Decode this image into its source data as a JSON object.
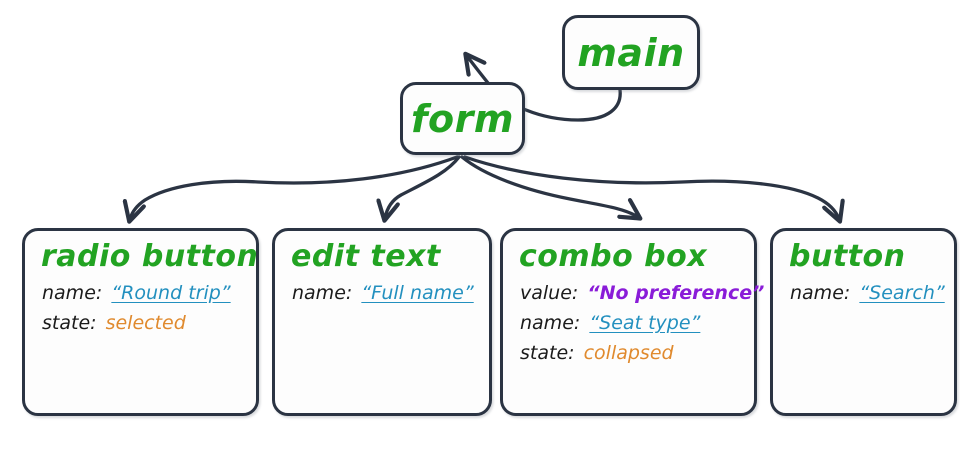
{
  "diagram": {
    "type": "accessibility-tree",
    "colors": {
      "node_title": "#22a322",
      "attr_key": "#1b1b1b",
      "link_value": "#2390bf",
      "accent_value": "#8a1cd8",
      "state_value": "#e08a2e",
      "stroke": "#2b3443",
      "background": "#ffffff"
    },
    "nodes": [
      {
        "id": "main",
        "title": "main",
        "kind": "root",
        "attributes": []
      },
      {
        "id": "form",
        "title": "form",
        "kind": "root",
        "attributes": []
      },
      {
        "id": "radio-button",
        "title": "radio button",
        "kind": "leaf",
        "attributes": [
          {
            "key": "name:",
            "value": "“Round trip”",
            "style": "link"
          },
          {
            "key": "state:",
            "value": "selected",
            "style": "state"
          }
        ]
      },
      {
        "id": "edit-text",
        "title": "edit text",
        "kind": "leaf",
        "attributes": [
          {
            "key": "name:",
            "value": "“Full name”",
            "style": "link"
          }
        ]
      },
      {
        "id": "combo-box",
        "title": "combo box",
        "kind": "leaf",
        "attributes": [
          {
            "key": "value:",
            "value": "“No preference”",
            "style": "accent"
          },
          {
            "key": "name:",
            "value": "“Seat type”",
            "style": "link"
          },
          {
            "key": "state:",
            "value": "collapsed",
            "style": "state"
          }
        ]
      },
      {
        "id": "button",
        "title": "button",
        "kind": "leaf",
        "attributes": [
          {
            "key": "name:",
            "value": "“Search”",
            "style": "link"
          }
        ]
      }
    ],
    "edges": [
      {
        "from": "main",
        "to": "form"
      },
      {
        "from": "form",
        "to": "radio-button"
      },
      {
        "from": "form",
        "to": "edit-text"
      },
      {
        "from": "form",
        "to": "combo-box"
      },
      {
        "from": "form",
        "to": "button"
      }
    ]
  }
}
